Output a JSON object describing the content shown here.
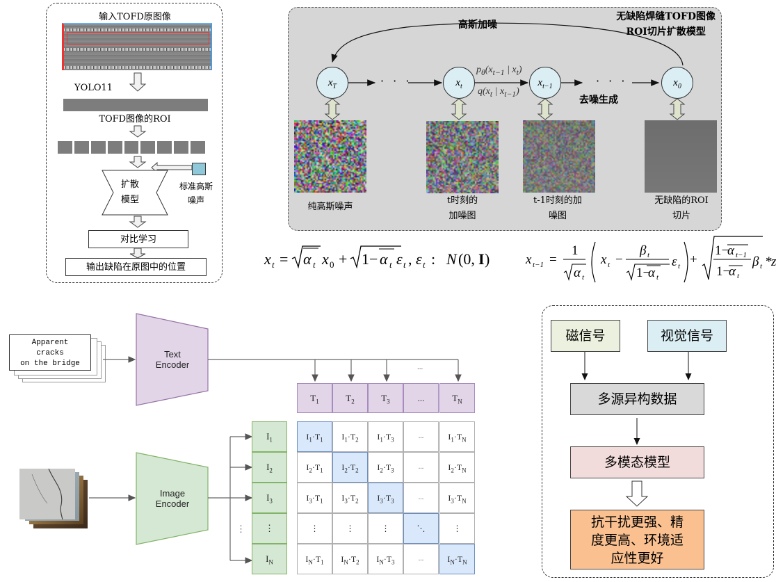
{
  "panel_tofd_pipeline": {
    "title": "输入TOFD原图像",
    "detector_label": "YOLO11",
    "roi_label": "TOFD图像的ROI",
    "slice_count": 9,
    "diffusion_label_line1": "扩散",
    "diffusion_label_line2": "模型",
    "noise_label_line1": "标准高斯",
    "noise_label_line2": "噪声",
    "contrastive_label": "对比学习",
    "output_label": "输出缺陷在原图中的位置",
    "colors": {
      "roi_box": "#ee3333",
      "noise_box": "#8fc9d9"
    }
  },
  "panel_diffusion": {
    "title_line1": "无缺陷焊缝TOFD图像",
    "title_line2": "ROI切片扩散模型",
    "forward_label": "高斯加噪",
    "reverse_label": "去噪生成",
    "nodes": [
      {
        "base": "x",
        "sub": "T"
      },
      {
        "base": "x",
        "sub": "t"
      },
      {
        "base": "x",
        "sub": "t−1"
      },
      {
        "base": "x",
        "sub": "0"
      }
    ],
    "ellipsis": "· · ·",
    "p_theta_label": "pθ(xt−1 | xt)",
    "p_theta": {
      "p": "p",
      "theta": "θ",
      "args": "(x",
      "sub1": "t−1",
      "mid": " | x",
      "sub2": "t",
      "close": ")"
    },
    "q_label": {
      "q": "q(x",
      "sub1": "t",
      "mid": " | x",
      "sub2": "t−1",
      "close": ")"
    },
    "images": [
      {
        "caption_line1": "纯高斯噪声",
        "caption_line2": "",
        "noise_level": 1.0
      },
      {
        "caption_line1": "t时刻的",
        "caption_line2": "加噪图",
        "noise_level": 0.7
      },
      {
        "caption_line1": "t-1时刻的加",
        "caption_line2": "噪图",
        "noise_level": 0.4
      },
      {
        "caption_line1": "无缺陷的ROI",
        "caption_line2": "切片",
        "noise_level": 0.0
      }
    ]
  },
  "equations": {
    "forward": "x_t = √(ᾱ_t) x_0 + √(1 − ᾱ_t) ε_t,  ε_t : N(0, I)",
    "reverse": "x_{t−1} = 1/√(α_t) ( x_t − β_t/√(1 − ᾱ_t) ε_t ) + √((1 − ᾱ_{t−1})/(1 − ᾱ_t) β_t) * z"
  },
  "panel_clip": {
    "text_input": {
      "line1": "Apparent",
      "line2": "cracks",
      "line3": "on the bridge"
    },
    "text_encoder_line1": "Text",
    "text_encoder_line2": "Encoder",
    "image_encoder_line1": "Image",
    "image_encoder_line2": "Encoder",
    "top_ellipsis": "...",
    "text_tokens": [
      {
        "base": "T",
        "sub": "1"
      },
      {
        "base": "T",
        "sub": "2"
      },
      {
        "base": "T",
        "sub": "3"
      },
      {
        "base": "...",
        "sub": ""
      },
      {
        "base": "T",
        "sub": "N"
      }
    ],
    "image_tokens": [
      {
        "base": "I",
        "sub": "1"
      },
      {
        "base": "I",
        "sub": "2"
      },
      {
        "base": "I",
        "sub": "3"
      },
      {
        "base": "⋮",
        "sub": ""
      },
      {
        "base": "I",
        "sub": "N"
      }
    ],
    "side_vdots": "⋮",
    "matrix_ellipsis": "...",
    "matrix_vdots": "⋮",
    "matrix_ddots": "⋱",
    "colors": {
      "text": "#e1d5e7",
      "image": "#d5e8d4",
      "diag": "#dae8fc"
    }
  },
  "panel_multimodal": {
    "magnetic_signal": "磁信号",
    "visual_signal": "视觉信号",
    "heterogeneous_data": "多源异构数据",
    "multimodal_model": "多模态模型",
    "result_line1": "抗干扰更强、精",
    "result_line2": "度更高、环境适",
    "result_line3": "应性更好",
    "colors": {
      "magnetic": "#ebf1de",
      "visual": "#dbeef4",
      "data": "#d9d9d9",
      "model": "#f2dcdb",
      "result": "#fac090"
    }
  }
}
